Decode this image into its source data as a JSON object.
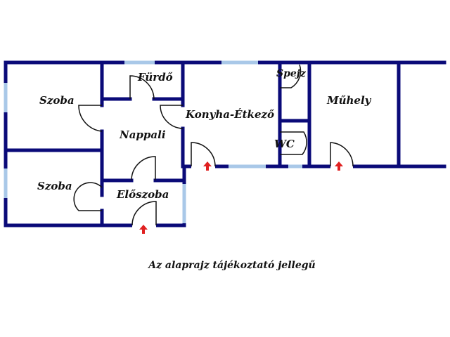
{
  "rooms": {
    "szoba1": "Szoba",
    "szoba2": "Szoba",
    "furdo": "Fürdő",
    "nappali": "Nappali",
    "eloszoba": "Előszoba",
    "konyha": "Konyha-Étkező",
    "spejz": "Spejz",
    "wc": "WC",
    "muhely": "Műhely"
  },
  "caption": "Az alaprajz tájékoztató jellegű",
  "colors": {
    "wall": "#0a0a78",
    "window": "#a9c8e8",
    "arrow": "#e02020"
  }
}
